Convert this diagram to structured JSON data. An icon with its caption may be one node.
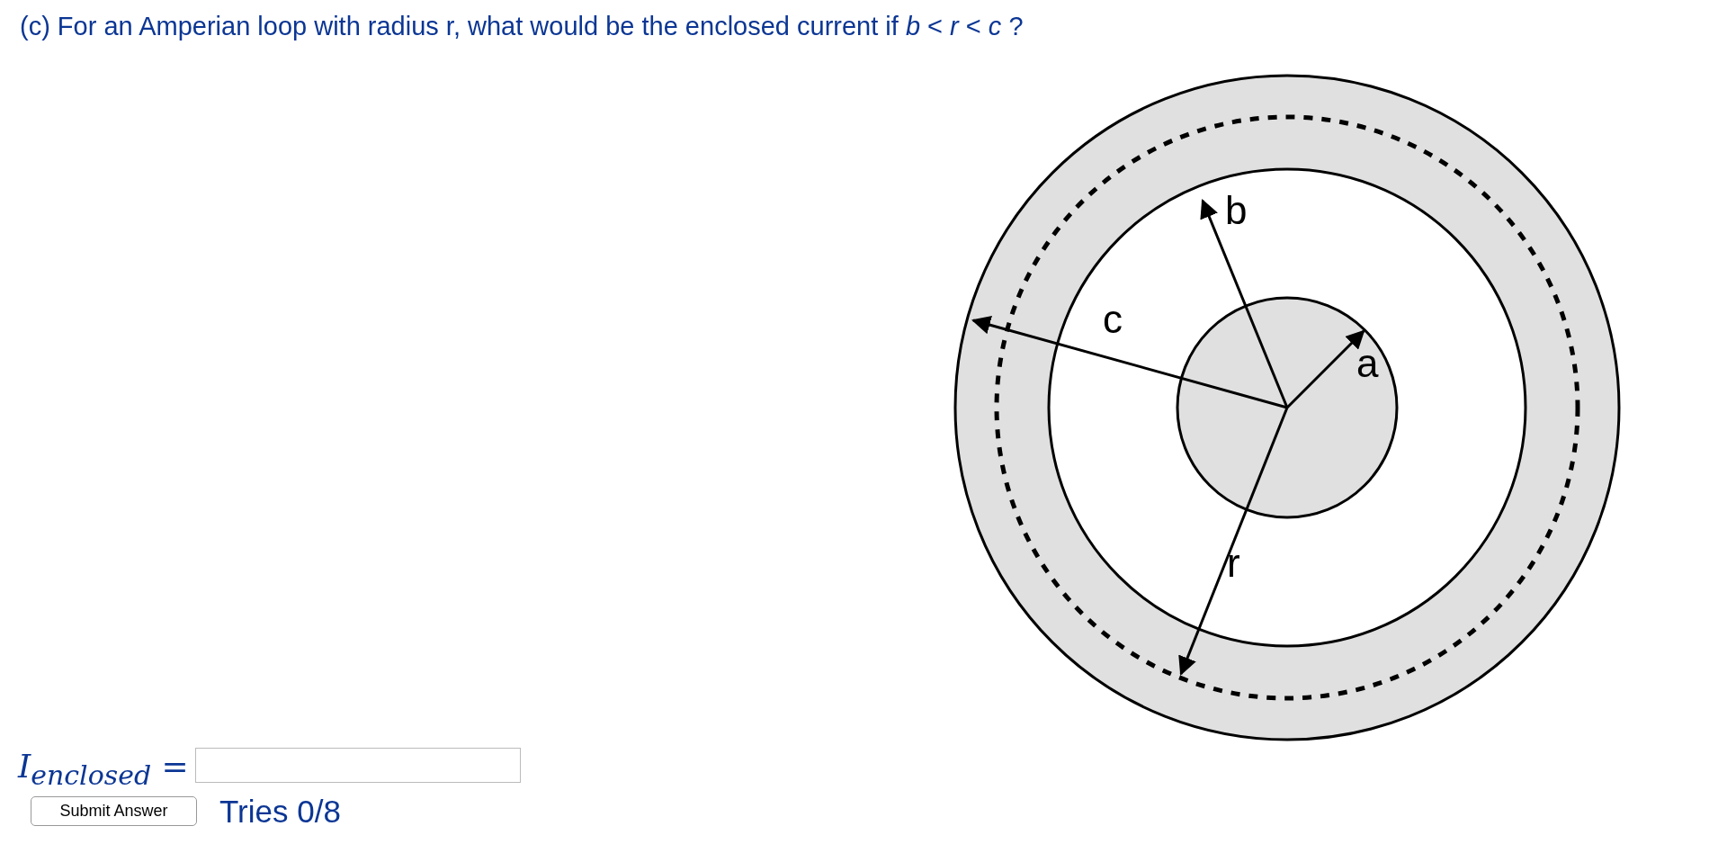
{
  "diagram": {
    "title": "(c) For an Amperian loop with radius r, what would be the enclosed current if *b* < *r* < *c* ?",
    "labels": [
      "b",
      "c",
      "a",
      "r",
      "*I*$_{enclosed}$ =",
      "Submit Answer",
      "Tries 0/8"
    ]
  }
}
